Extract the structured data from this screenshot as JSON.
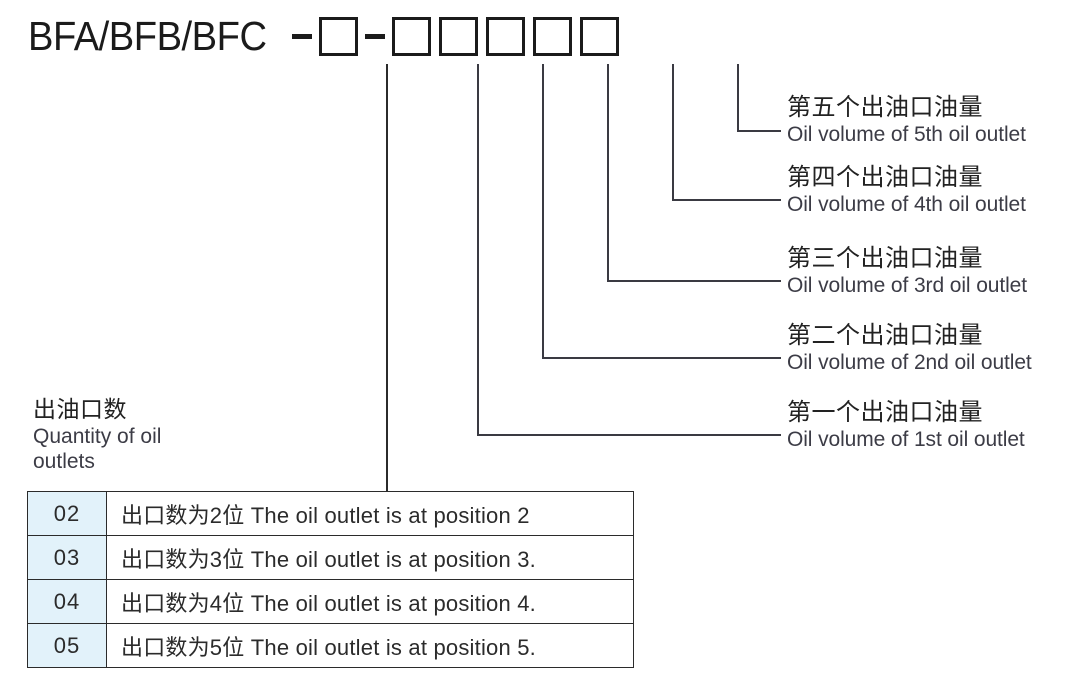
{
  "header": {
    "model_name": "BFA/BFB/BFC",
    "separator": "–",
    "boxes": [
      {
        "name": "quantity-of-oil-outlets"
      },
      {
        "name": "oil-volume-1st"
      },
      {
        "name": "oil-volume-2nd"
      },
      {
        "name": "oil-volume-3rd"
      },
      {
        "name": "oil-volume-4th"
      },
      {
        "name": "oil-volume-5th"
      }
    ]
  },
  "callouts": [
    {
      "key": "fifth",
      "cn": "第五个出油口油量",
      "en": "Oil volume of 5th oil outlet"
    },
    {
      "key": "fourth",
      "cn": "第四个出油口油量",
      "en": "Oil volume of 4th oil outlet"
    },
    {
      "key": "third",
      "cn": "第三个出油口油量",
      "en": "Oil volume of 3rd oil outlet"
    },
    {
      "key": "second",
      "cn": "第二个出油口油量",
      "en": "Oil volume of 2nd oil outlet"
    },
    {
      "key": "first",
      "cn": "第一个出油口油量",
      "en": "Oil volume of 1st oil outlet"
    }
  ],
  "left_label": {
    "cn": "出油口数",
    "en_line1": "Quantity of oil",
    "en_line2": "outlets"
  },
  "table": {
    "rows": [
      {
        "code": "02",
        "desc": "出口数为2位 The oil outlet is at position 2"
      },
      {
        "code": "03",
        "desc": "出口数为3位 The oil outlet is at position 3."
      },
      {
        "code": "04",
        "desc": "出口数为4位 The oil outlet is at position 4."
      },
      {
        "code": "05",
        "desc": "出口数为5位 The oil outlet is at position 5."
      }
    ]
  },
  "colors": {
    "code_cell_fill": "#e2f2fa",
    "line": "#2b2b2b",
    "text": "#222222"
  }
}
